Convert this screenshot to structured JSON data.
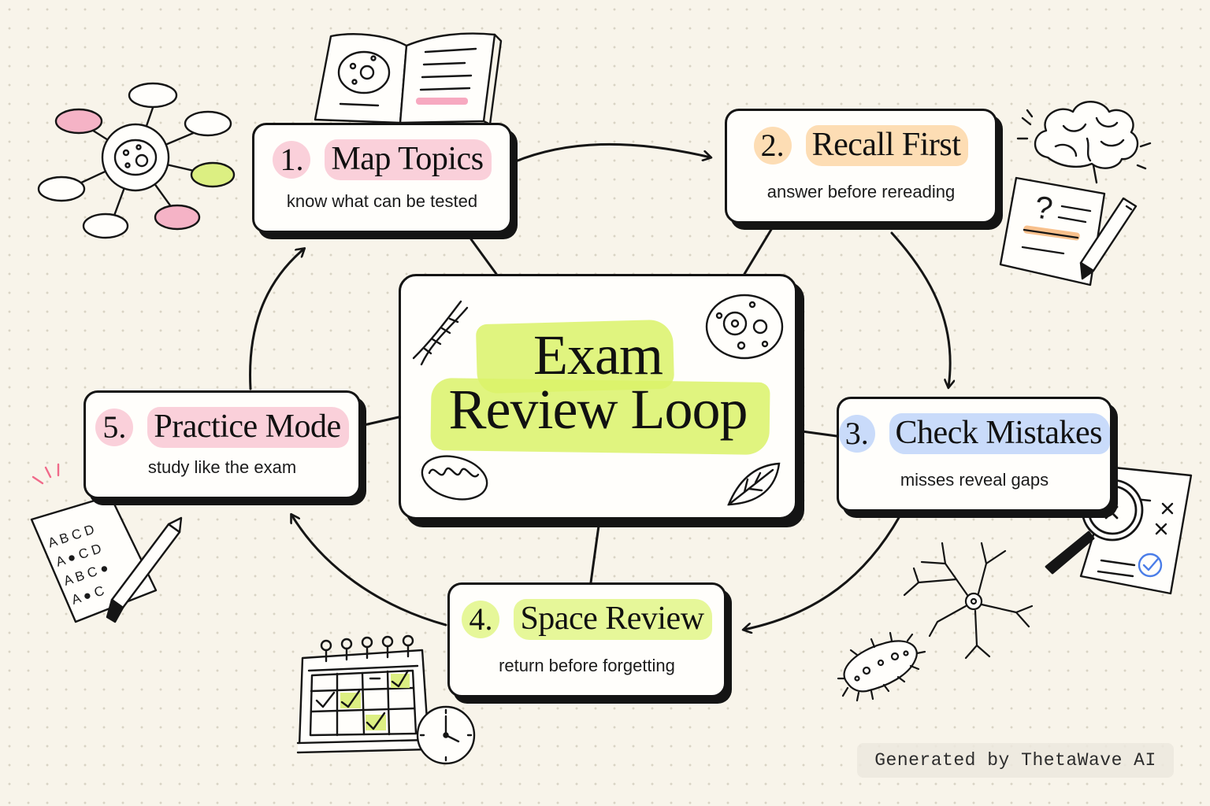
{
  "diagram": {
    "center": {
      "title_line1": "Exam",
      "title_line2": "Review Loop",
      "highlight_color": "#daf269"
    },
    "steps": [
      {
        "number": "1.",
        "title": "Map Topics",
        "subtitle": "know what can be tested",
        "accent": "#f7b0c4"
      },
      {
        "number": "2.",
        "title": "Recall First",
        "subtitle": "answer before rereading",
        "accent": "#fcce96"
      },
      {
        "number": "3.",
        "title": "Check Mistakes",
        "subtitle": "misses reveal gaps",
        "accent": "#b2ccfa"
      },
      {
        "number": "4.",
        "title": "Space Review",
        "subtitle": "return before forgetting",
        "accent": "#def478"
      },
      {
        "number": "5.",
        "title": "Practice Mode",
        "subtitle": "study like the exam",
        "accent": "#f7b0c4"
      }
    ],
    "flow": [
      "1 -> 2",
      "2 -> 3",
      "3 -> 4",
      "4 -> 5",
      "5 -> 1"
    ],
    "icons": {
      "center": [
        "dna-icon",
        "cell-icon",
        "mitochondria-icon",
        "leaf-icon"
      ],
      "step1": [
        "mind-map-icon",
        "open-book-icon"
      ],
      "step2": [
        "brain-icon",
        "question-note-icon",
        "pencil-icon"
      ],
      "step3": [
        "magnifier-icon",
        "graded-paper-icon",
        "neuron-icon",
        "bacterium-icon"
      ],
      "step4": [
        "calendar-icon",
        "clock-icon"
      ],
      "step5": [
        "answer-sheet-icon",
        "pencil-icon"
      ]
    },
    "answer_sheet": {
      "rows": [
        [
          "A",
          "B",
          "C",
          "D"
        ],
        [
          "A",
          "●",
          "C",
          "D"
        ],
        [
          "A",
          "B",
          "C",
          "●"
        ],
        [
          "A",
          "●",
          "C",
          ""
        ]
      ]
    }
  },
  "watermark": "Generated by ThetaWave AI"
}
